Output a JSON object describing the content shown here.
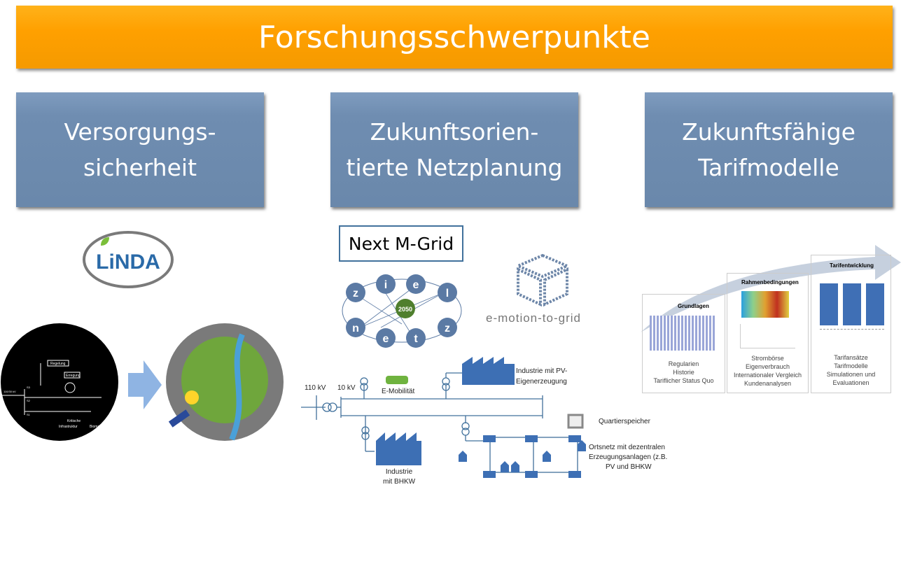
{
  "title": "Forschungsschwerpunkte",
  "columns": [
    {
      "line1": "Versorgungs-",
      "line2": "sicherheit"
    },
    {
      "line1": "Zukunftsorien-",
      "line2": "tierte Netzplanung"
    },
    {
      "line1": "Zukunftsfähige",
      "line2": "Tarifmodelle"
    }
  ],
  "logos": {
    "linda": "LiNDA",
    "next_m_grid": "Next M-Grid",
    "zielnetz": [
      "z",
      "i",
      "e",
      "l",
      "n",
      "e",
      "t",
      "z"
    ],
    "zielnetz_year": "2050",
    "emotion": "e-motion-to-grid"
  },
  "circuit": {
    "regelung": "Regelung",
    "erregung": "Erregung",
    "g": "G",
    "voltage": "110/30 kV",
    "s1": "S1",
    "s2": "S2",
    "s3": "S3",
    "kritische": "Kritische",
    "infrastruktur": "Infrastruktur",
    "biomasse": "Biomasse"
  },
  "grid": {
    "kv110": "110 kV",
    "kv10": "10 kV",
    "emob": "E-Mobilität",
    "ind_pv_1": "Industrie mit PV-",
    "ind_pv_2": "Eigenerzeugung",
    "ind_bhkw_1": "Industrie",
    "ind_bhkw_2": "mit BHKW",
    "speicher": "Quartierspeicher",
    "ortsnetz_1": "Ortsnetz mit dezentralen",
    "ortsnetz_2": "Erzeugungsanlagen (z.B.",
    "ortsnetz_3": "PV und BHKW"
  },
  "tarif": {
    "stages": [
      {
        "title": "Grundlagen",
        "lines": [
          "Regularien",
          "Historie",
          "Tariflicher Status Quo"
        ]
      },
      {
        "title": "Rahmenbedingungen",
        "lines": [
          "Strombörse",
          "Eigenverbrauch",
          "Internationaler Vergleich",
          "Kundenanalysen"
        ]
      },
      {
        "title": "Tarifentwicklung",
        "lines": [
          "Tarifansätze",
          "Tarifmodelle",
          "Simulationen und",
          "Evaluationen"
        ]
      }
    ]
  }
}
